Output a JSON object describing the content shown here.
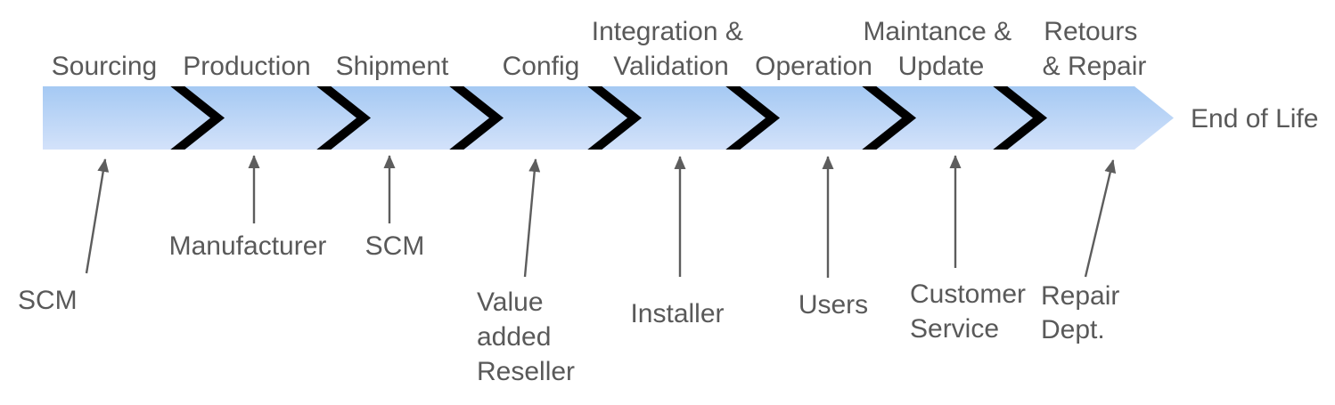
{
  "colors": {
    "background": "#ffffff",
    "band_gradient_top": "#a5c9f3",
    "band_gradient_bottom": "#d3e2fa",
    "chevron_separator": "#000000",
    "label_text": "#595959",
    "arrow": "#5d5d5d"
  },
  "process_band": {
    "stages": [
      {
        "label_lines": [
          "Sourcing"
        ],
        "actor_lines": [
          "SCM"
        ]
      },
      {
        "label_lines": [
          "Production"
        ],
        "actor_lines": [
          "Manufacturer"
        ]
      },
      {
        "label_lines": [
          "Shipment"
        ],
        "actor_lines": [
          "SCM"
        ]
      },
      {
        "label_lines": [
          "Config"
        ],
        "actor_lines": [
          "Value",
          "added",
          "Reseller"
        ]
      },
      {
        "label_lines": [
          "Integration &",
          "Validation"
        ],
        "actor_lines": [
          "Installer"
        ]
      },
      {
        "label_lines": [
          "Operation"
        ],
        "actor_lines": [
          "Users"
        ]
      },
      {
        "label_lines": [
          "Maintance &",
          "Update"
        ],
        "actor_lines": [
          "Customer",
          "Service"
        ]
      },
      {
        "label_lines": [
          "Retours",
          "& Repair"
        ],
        "actor_lines": [
          "Repair",
          "Dept."
        ]
      }
    ],
    "terminal_label": "End of Life"
  }
}
